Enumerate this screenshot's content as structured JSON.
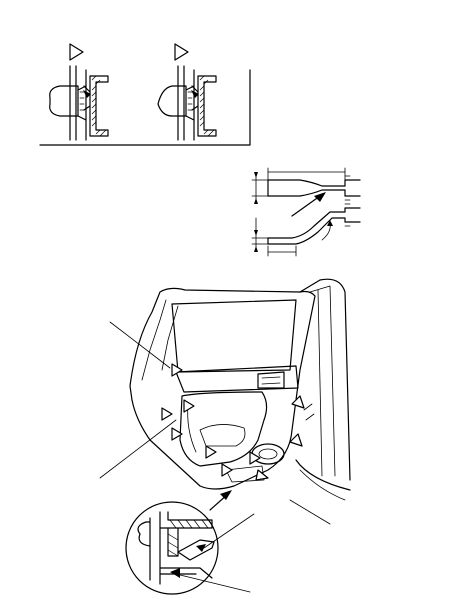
{
  "figure": {
    "panels": [
      "clip-detail-installed",
      "removal-tool-dimensions",
      "rear-door-panel-removal",
      "clip-callout-zoom"
    ],
    "clip_markers": 10
  }
}
